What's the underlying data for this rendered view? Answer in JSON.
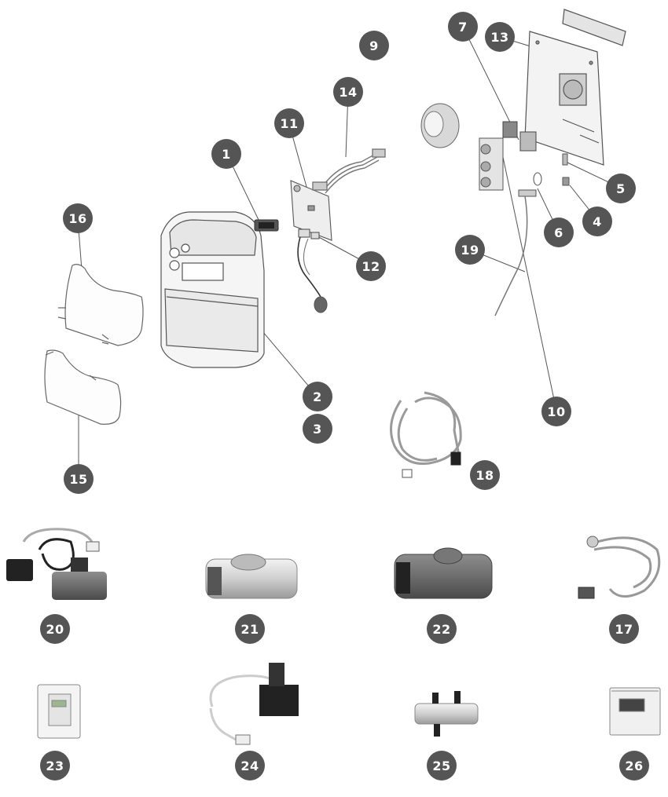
{
  "callouts": {
    "n1": "1",
    "n2": "2",
    "n3": "3",
    "n4": "4",
    "n5": "5",
    "n6": "6",
    "n7": "7",
    "n9": "9",
    "n10": "10",
    "n11": "11",
    "n12": "12",
    "n13": "13",
    "n14": "14",
    "n15": "15",
    "n16": "16",
    "n17": "17",
    "n18": "18",
    "n19": "19",
    "n20": "20",
    "n21": "21",
    "n22": "22",
    "n23": "23",
    "n24": "24",
    "n25": "25",
    "n26": "26"
  },
  "colors": {
    "callout_fill": "#555555",
    "callout_text": "#ffffff",
    "line_art": "#555555",
    "part_gray": "#8a8a8a",
    "part_dark": "#333333",
    "screen_green": "#9bb58f"
  }
}
